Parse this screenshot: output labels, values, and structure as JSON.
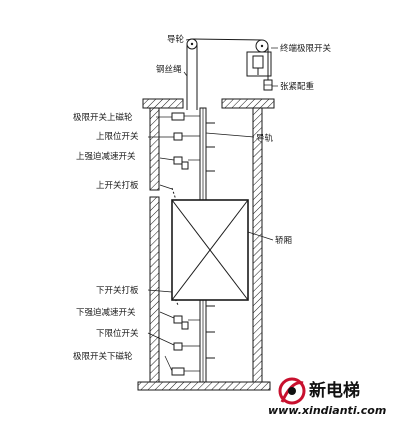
{
  "labels": {
    "guide_wheel": "导轮",
    "terminal_limit_switch": "终端极限开关",
    "wire_rope": "钢丝绳",
    "tension_weight": "张紧配重",
    "limit_switch_upper_wheel": "极限开关上磁轮",
    "upper_limit_switch": "上限位开关",
    "upper_forced_slowdown_switch": "上强迫减速开关",
    "guide_rail": "导轨",
    "upper_switch_striker": "上开关打板",
    "car": "轿厢",
    "lower_switch_striker": "下开关打板",
    "lower_forced_slowdown_switch": "下强迫减速开关",
    "lower_limit_switch": "下限位开关",
    "limit_switch_lower_wheel": "极限开关下磁轮"
  },
  "watermark": {
    "text": "新电梯",
    "url": "www.xindianti.com"
  }
}
